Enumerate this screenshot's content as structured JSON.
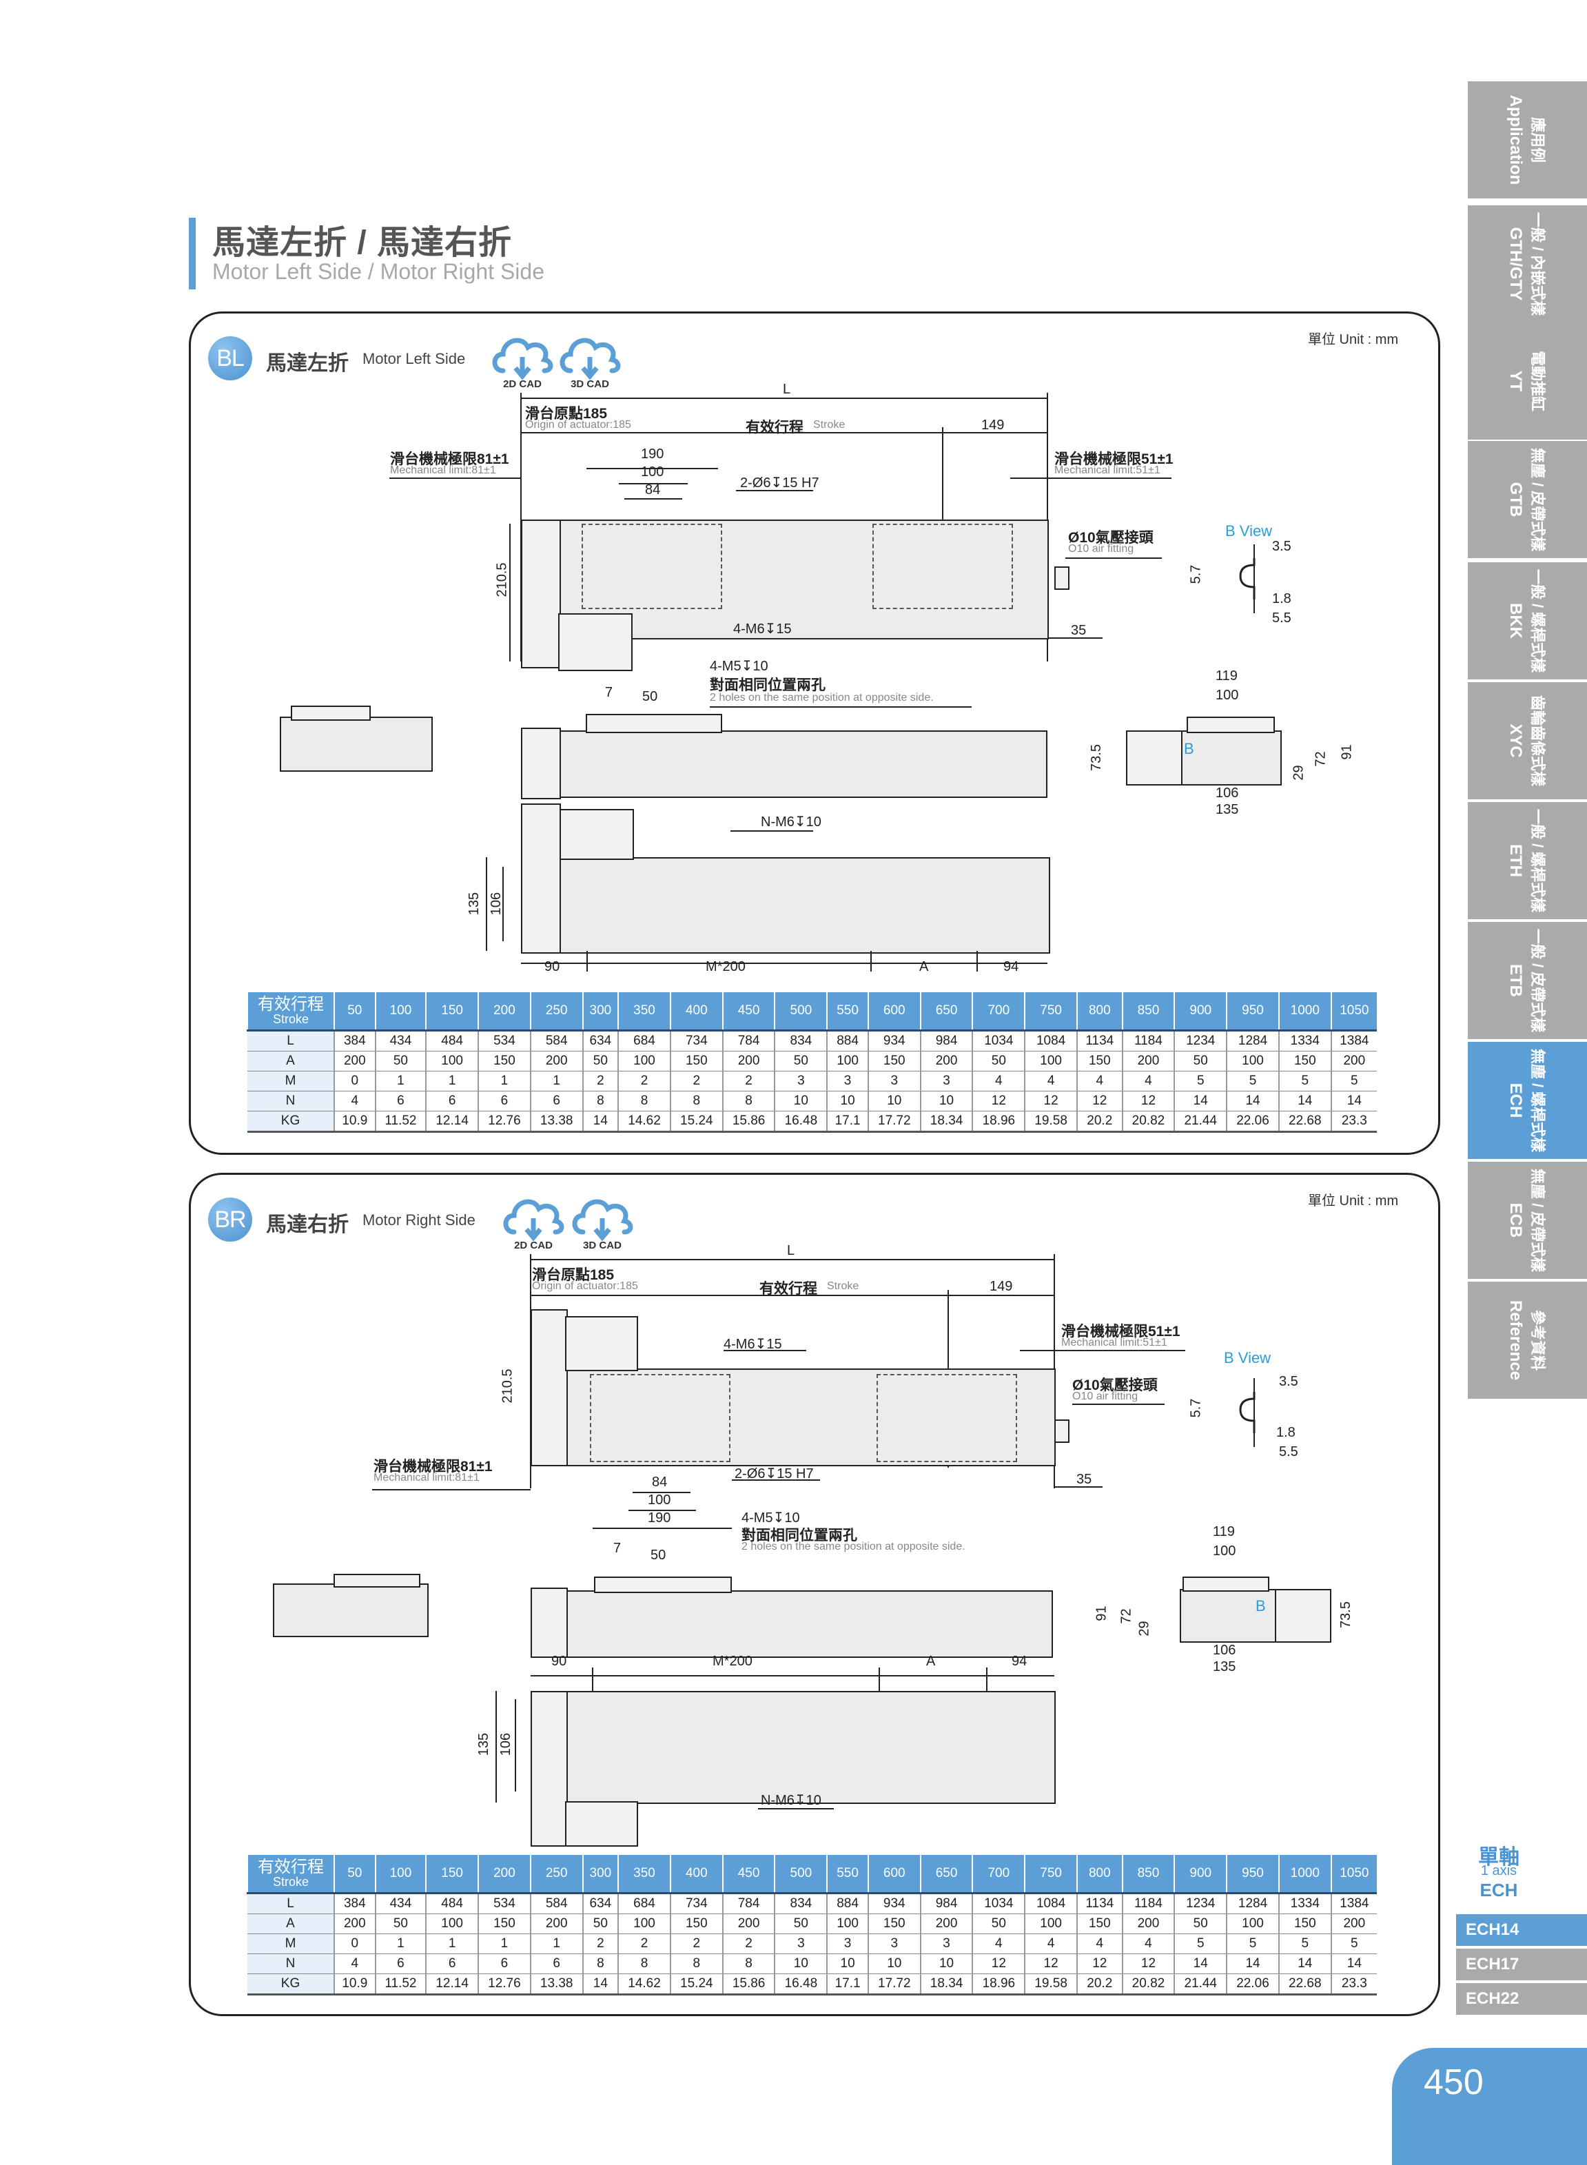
{
  "section": {
    "title_zh": "馬達左折 / 馬達右折",
    "title_en": "Motor Left Side / Motor Right Side"
  },
  "panels": [
    {
      "id": "BL",
      "badge": "BL",
      "title_zh": "馬達左折",
      "title_en": "Motor Left Side",
      "cad_2d": "2D CAD",
      "cad_3d": "3D CAD",
      "unit": "單位 Unit : mm",
      "drawing": {
        "L": "L",
        "origin_zh": "滑台原點185",
        "origin_en": "Origin of actuator:185",
        "stroke_zh": "有效行程",
        "stroke_en": "Stroke",
        "dim_149": "149",
        "mech_left_zh": "滑台機械極限81±1",
        "mech_left_en": "Mechanical limit:81±1",
        "mech_right_zh": "滑台機械極限51±1",
        "mech_right_en": "Mechanical limit:51±1",
        "dim_190": "190",
        "dim_100": "100",
        "dim_84": "84",
        "pin_hole": "2-Ø6↧15 H7",
        "dim_2105": "210.5",
        "air_zh": "Ø10氣壓接頭",
        "air_en": "O10 air fitting",
        "dim_35": "35",
        "top_holes": "4-M6↧15",
        "side_holes": "4-M5↧10",
        "side_holes_zh": "對面相同位置兩孔",
        "side_holes_en": "2 holes on the same position at opposite side.",
        "dim_7": "7",
        "dim_50": "50",
        "bview_title": "B View",
        "bview_dims": [
          "5.7",
          "3.5",
          "1.8",
          "5.5"
        ],
        "end_dims": {
          "w119": "119",
          "w100": "100",
          "w106": "106",
          "w135": "135",
          "h735": "73.5",
          "h29": "29",
          "h72": "72",
          "h91": "91",
          "b": "B"
        },
        "bottom_holes": "N-M6↧10",
        "dim_135": "135",
        "dim_106": "106",
        "dim_90": "90",
        "dim_m200": "M*200",
        "dim_A": "A",
        "dim_94": "94"
      }
    },
    {
      "id": "BR",
      "badge": "BR",
      "title_zh": "馬達右折",
      "title_en": "Motor Right Side",
      "cad_2d": "2D CAD",
      "cad_3d": "3D CAD",
      "unit": "單位 Unit : mm",
      "drawing": {
        "L": "L",
        "origin_zh": "滑台原點185",
        "origin_en": "Origin of actuator:185",
        "stroke_zh": "有效行程",
        "stroke_en": "Stroke",
        "dim_149": "149",
        "mech_left_zh": "滑台機械極限81±1",
        "mech_left_en": "Mechanical limit:81±1",
        "mech_right_zh": "滑台機械極限51±1",
        "mech_right_en": "Mechanical limit:51±1",
        "dim_190": "190",
        "dim_100": "100",
        "dim_84": "84",
        "pin_hole": "2-Ø6↧15 H7",
        "dim_2105": "210.5",
        "air_zh": "Ø10氣壓接頭",
        "air_en": "O10 air fitting",
        "dim_35": "35",
        "top_holes": "4-M6↧15",
        "side_holes": "4-M5↧10",
        "side_holes_zh": "對面相同位置兩孔",
        "side_holes_en": "2 holes on the same position at opposite side.",
        "dim_7": "7",
        "dim_50": "50",
        "bview_title": "B View",
        "bview_dims": [
          "5.7",
          "3.5",
          "1.8",
          "5.5"
        ],
        "end_dims": {
          "w119": "119",
          "w100": "100",
          "w106": "106",
          "w135": "135",
          "h735": "73.5",
          "h29": "29",
          "h72": "72",
          "h91": "91",
          "b": "B"
        },
        "bottom_holes": "N-M6↧10",
        "dim_135": "135",
        "dim_106": "106",
        "dim_90": "90",
        "dim_m200": "M*200",
        "dim_A": "A",
        "dim_94": "94"
      }
    }
  ],
  "spec_table": {
    "header_zh": "有效行程",
    "header_en": "Stroke",
    "strokes": [
      "50",
      "100",
      "150",
      "200",
      "250",
      "300",
      "350",
      "400",
      "450",
      "500",
      "550",
      "600",
      "650",
      "700",
      "750",
      "800",
      "850",
      "900",
      "950",
      "1000",
      "1050"
    ],
    "rows": [
      {
        "label": "L",
        "values": [
          "384",
          "434",
          "484",
          "534",
          "584",
          "634",
          "684",
          "734",
          "784",
          "834",
          "884",
          "934",
          "984",
          "1034",
          "1084",
          "1134",
          "1184",
          "1234",
          "1284",
          "1334",
          "1384"
        ]
      },
      {
        "label": "A",
        "values": [
          "200",
          "50",
          "100",
          "150",
          "200",
          "50",
          "100",
          "150",
          "200",
          "50",
          "100",
          "150",
          "200",
          "50",
          "100",
          "150",
          "200",
          "50",
          "100",
          "150",
          "200"
        ]
      },
      {
        "label": "M",
        "values": [
          "0",
          "1",
          "1",
          "1",
          "1",
          "2",
          "2",
          "2",
          "2",
          "3",
          "3",
          "3",
          "3",
          "4",
          "4",
          "4",
          "4",
          "5",
          "5",
          "5",
          "5"
        ]
      },
      {
        "label": "N",
        "values": [
          "4",
          "6",
          "6",
          "6",
          "6",
          "8",
          "8",
          "8",
          "8",
          "10",
          "10",
          "10",
          "10",
          "12",
          "12",
          "12",
          "12",
          "14",
          "14",
          "14",
          "14"
        ]
      },
      {
        "label": "KG",
        "values": [
          "10.9",
          "11.52",
          "12.14",
          "12.76",
          "13.38",
          "14",
          "14.62",
          "15.24",
          "15.86",
          "16.48",
          "17.1",
          "17.72",
          "18.34",
          "18.96",
          "19.58",
          "20.2",
          "20.82",
          "21.44",
          "22.06",
          "22.68",
          "23.3"
        ]
      }
    ]
  },
  "side_tabs": [
    {
      "zh": "應用例",
      "en": "Application",
      "active": false
    },
    {
      "zh": "一般 / 內嵌式樣",
      "en": "GTH/GTY",
      "active": false
    },
    {
      "zh": "電動推缸",
      "en": "YT",
      "active": false
    },
    {
      "zh": "無塵 / 皮帶式樣",
      "en": "GTB",
      "active": false
    },
    {
      "zh": "一般 / 螺桿式樣",
      "en": "BKK",
      "active": false
    },
    {
      "zh": "齒輪齒條式樣",
      "en": "XYC",
      "active": false
    },
    {
      "zh": "一般 / 螺桿式樣",
      "en": "ETH",
      "active": false
    },
    {
      "zh": "一般 / 皮帶式樣",
      "en": "ETB",
      "active": false
    },
    {
      "zh": "無塵 / 螺桿式樣",
      "en": "ECH",
      "active": true
    },
    {
      "zh": "無塵 / 皮帶式樣",
      "en": "ECB",
      "active": false
    },
    {
      "zh": "參考資料",
      "en": "Reference",
      "active": false
    }
  ],
  "axis_label": {
    "zh": "單軸",
    "en": "1 axis",
    "code": "ECH"
  },
  "models": [
    {
      "label": "ECH14",
      "active": true
    },
    {
      "label": "ECH17",
      "active": false
    },
    {
      "label": "ECH22",
      "active": false
    }
  ],
  "page_number": "450",
  "colors": {
    "accent": "#5b9fd6",
    "tab_gray": "#a9abab",
    "bview": "#2a9fd6"
  }
}
